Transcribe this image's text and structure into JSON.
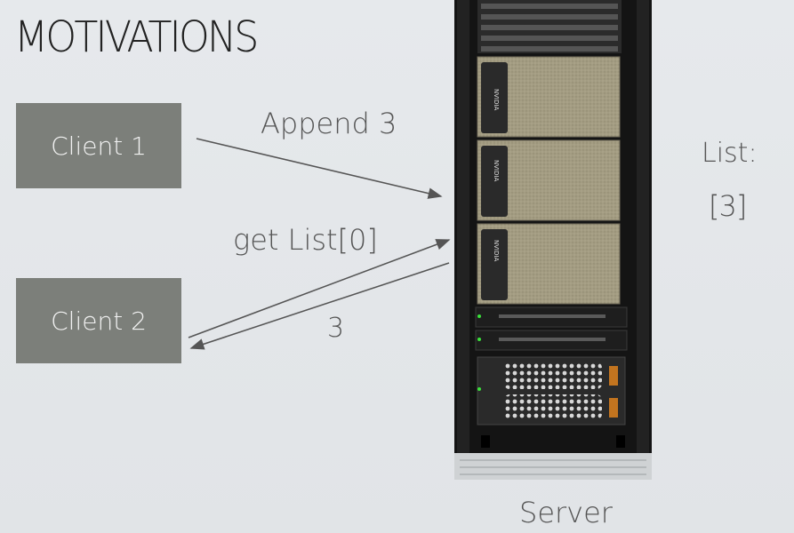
{
  "title": "MOTIVATIONS",
  "clients": [
    {
      "label": "Client 1"
    },
    {
      "label": "Client 2"
    }
  ],
  "messages": {
    "append": "Append 3",
    "get": "get List[0]",
    "response": "3"
  },
  "server": {
    "label": "Server",
    "list_label": "List:",
    "list_value": "[3]",
    "gpu_brand": "NVIDIA"
  },
  "colors": {
    "client_box": "#7c7f7a",
    "gpu_panel": "#a39c82",
    "rack": "#1a1a1a"
  }
}
